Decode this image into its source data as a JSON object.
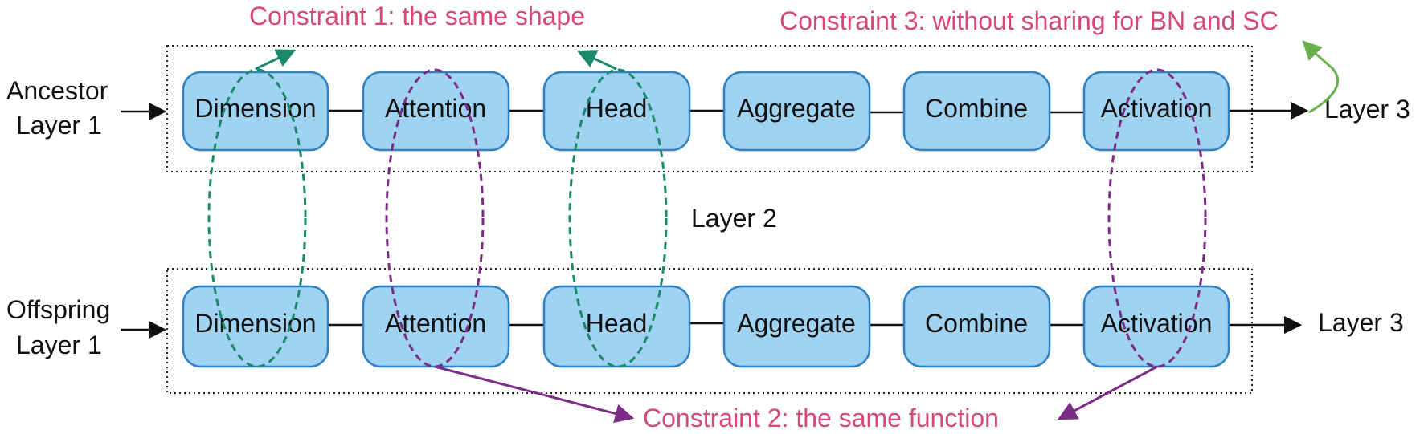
{
  "ancestor": {
    "label_line1": "Ancestor",
    "label_line2": "Layer 1",
    "output_label": "Layer 3",
    "nodes": [
      "Dimension",
      "Attention",
      "Head",
      "Aggregate",
      "Combine",
      "Activation"
    ]
  },
  "offspring": {
    "label_line1": "Offspring",
    "label_line2": "Layer 1",
    "output_label": "Layer 3",
    "nodes": [
      "Dimension",
      "Attention",
      "Head",
      "Aggregate",
      "Combine",
      "Activation"
    ]
  },
  "middle_label": "Layer 2",
  "constraints": {
    "c1": "Constraint 1: the same shape",
    "c2": "Constraint 2: the same function",
    "c3": "Constraint 3: without sharing for BN and SC"
  },
  "colors": {
    "node_fill": "#a0d2f2",
    "node_stroke": "#2f83c2",
    "constraint_text": "#d8477c",
    "green_constraint": "#1a8a6a",
    "purple_constraint": "#7b2d86",
    "bright_green": "#6ab04c"
  }
}
